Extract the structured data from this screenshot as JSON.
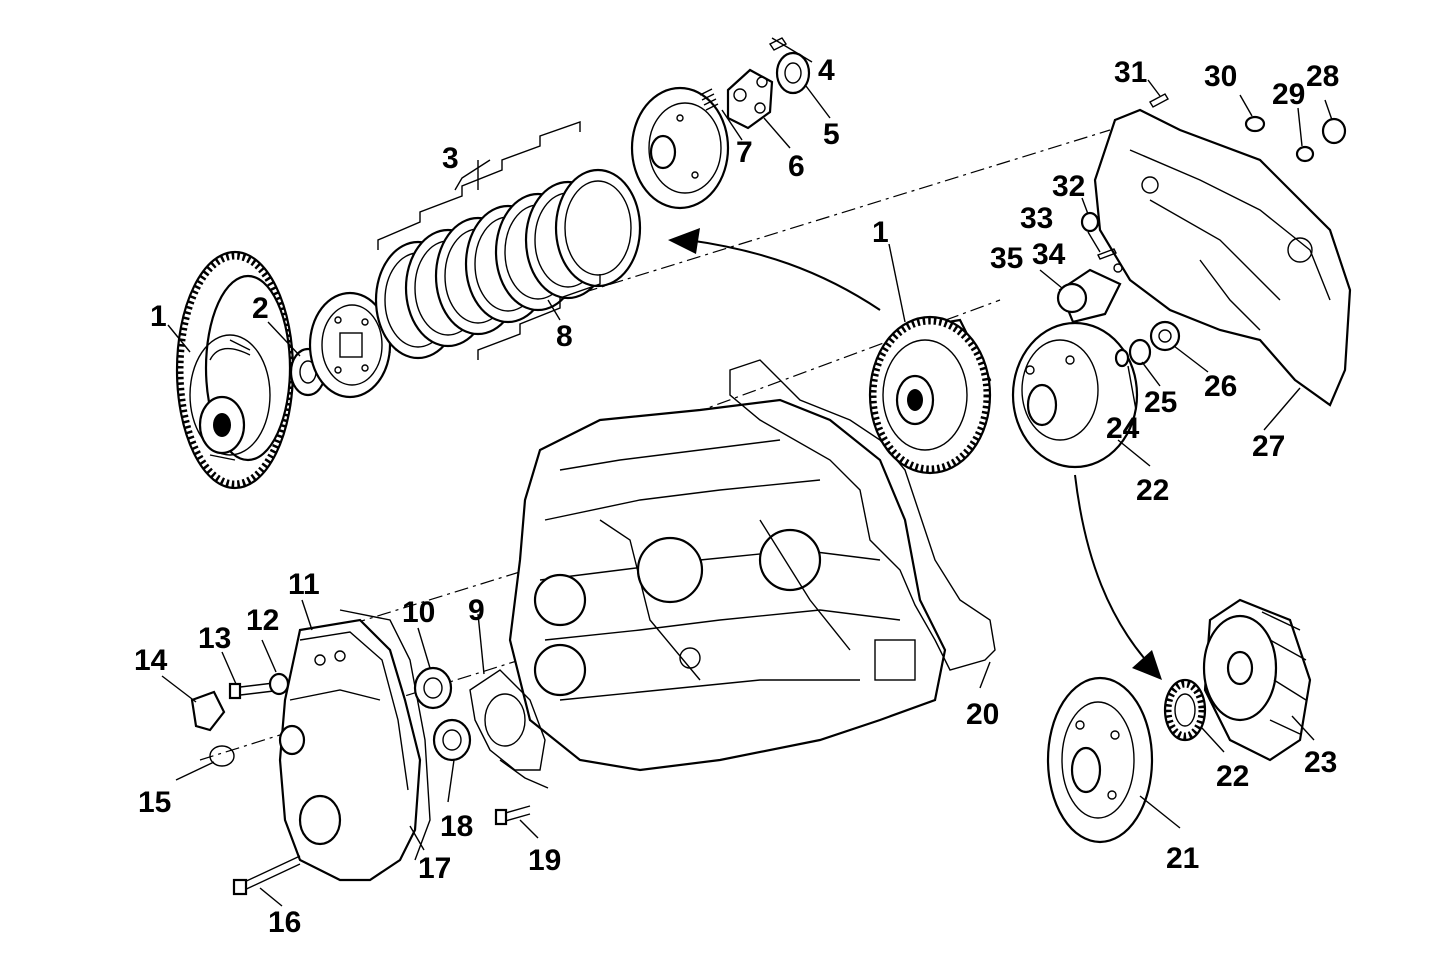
{
  "parts": [
    {
      "id": "label-1-left",
      "text": "1"
    },
    {
      "id": "label-2",
      "text": "2"
    },
    {
      "id": "label-3",
      "text": "3"
    },
    {
      "id": "label-4",
      "text": "4"
    },
    {
      "id": "label-5",
      "text": "5"
    },
    {
      "id": "label-6",
      "text": "6"
    },
    {
      "id": "label-7",
      "text": "7"
    },
    {
      "id": "label-8",
      "text": "8"
    },
    {
      "id": "label-1-center",
      "text": "1"
    },
    {
      "id": "label-31",
      "text": "31"
    },
    {
      "id": "label-30",
      "text": "30"
    },
    {
      "id": "label-29",
      "text": "29"
    },
    {
      "id": "label-28",
      "text": "28"
    },
    {
      "id": "label-32",
      "text": "32"
    },
    {
      "id": "label-33",
      "text": "33"
    },
    {
      "id": "label-35",
      "text": "35"
    },
    {
      "id": "label-34",
      "text": "34"
    },
    {
      "id": "label-24",
      "text": "24"
    },
    {
      "id": "label-25",
      "text": "25"
    },
    {
      "id": "label-26",
      "text": "26"
    },
    {
      "id": "label-27",
      "text": "27"
    },
    {
      "id": "label-22-upper",
      "text": "22"
    },
    {
      "id": "label-11",
      "text": "11"
    },
    {
      "id": "label-12",
      "text": "12"
    },
    {
      "id": "label-13",
      "text": "13"
    },
    {
      "id": "label-14",
      "text": "14"
    },
    {
      "id": "label-10",
      "text": "10"
    },
    {
      "id": "label-9",
      "text": "9"
    },
    {
      "id": "label-15",
      "text": "15"
    },
    {
      "id": "label-18",
      "text": "18"
    },
    {
      "id": "label-17",
      "text": "17"
    },
    {
      "id": "label-19",
      "text": "19"
    },
    {
      "id": "label-16",
      "text": "16"
    },
    {
      "id": "label-20",
      "text": "20"
    },
    {
      "id": "label-22-lower",
      "text": "22"
    },
    {
      "id": "label-23",
      "text": "23"
    },
    {
      "id": "label-21",
      "text": "21"
    }
  ]
}
